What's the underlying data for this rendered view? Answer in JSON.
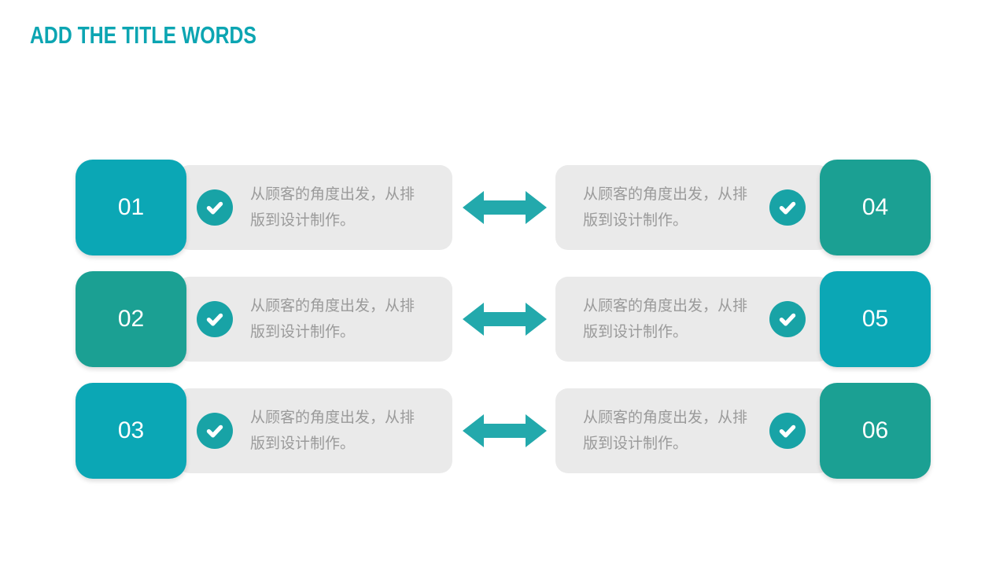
{
  "colors": {
    "cyan": "#0BA7B5",
    "green": "#1BA093",
    "bar": "#EAEAEA",
    "text": "#9A9A9A",
    "check": "#18A3A6",
    "arrow": "#23A9AC",
    "title": "#0CA5B2"
  },
  "header": {
    "title": "ADD THE TITLE WORDS"
  },
  "icons": {
    "check": "check-icon",
    "arrow": "double-headed-arrow-icon"
  },
  "rows": [
    {
      "left": {
        "number": "01",
        "variant": "cyan",
        "desc": "从顾客的角度出发，从排版到设计制作。"
      },
      "right": {
        "number": "04",
        "variant": "green",
        "desc": "从顾客的角度出发，从排版到设计制作。"
      }
    },
    {
      "left": {
        "number": "02",
        "variant": "green",
        "desc": "从顾客的角度出发，从排版到设计制作。"
      },
      "right": {
        "number": "05",
        "variant": "cyan",
        "desc": "从顾客的角度出发，从排版到设计制作。"
      }
    },
    {
      "left": {
        "number": "03",
        "variant": "cyan",
        "desc": "从顾客的角度出发，从排版到设计制作。"
      },
      "right": {
        "number": "06",
        "variant": "green",
        "desc": "从顾客的角度出发，从排版到设计制作。"
      }
    }
  ]
}
